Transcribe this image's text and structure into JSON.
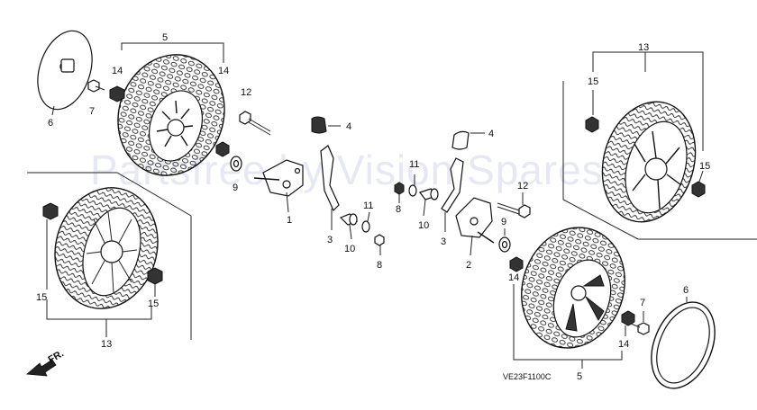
{
  "diagram": {
    "watermark": "Partsfree by Vision Spares",
    "drawing_code": "VE23F1100C",
    "direction_label": "FR.",
    "parts": {
      "p1": "1",
      "p2": "2",
      "p3a": "3",
      "p3b": "3",
      "p4a": "4",
      "p4b": "4",
      "p5a": "5",
      "p5b": "5",
      "p6a": "6",
      "p6b": "6",
      "p7a": "7",
      "p7b": "7",
      "p8a": "8",
      "p8b": "8",
      "p9a": "9",
      "p9b": "9",
      "p10a": "10",
      "p10b": "10",
      "p11a": "11",
      "p11b": "11",
      "p12a": "12",
      "p12b": "12",
      "p13a": "13",
      "p13b": "13",
      "p14a": "14",
      "p14b": "14",
      "p14c": "14",
      "p14d": "14",
      "p15a": "15",
      "p15b": "15",
      "p15c": "15",
      "p15d": "15"
    }
  }
}
